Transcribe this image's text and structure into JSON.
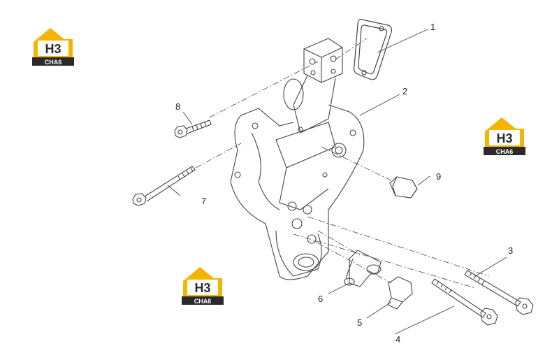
{
  "colors": {
    "line": "#444444",
    "logo_yellow": "#f5b400",
    "logo_dark": "#2a2a2a"
  },
  "logo": {
    "mark": "H3",
    "text": "CHA6"
  },
  "callouts": [
    "1",
    "2",
    "3",
    "4",
    "5",
    "6",
    "7",
    "8",
    "9"
  ]
}
